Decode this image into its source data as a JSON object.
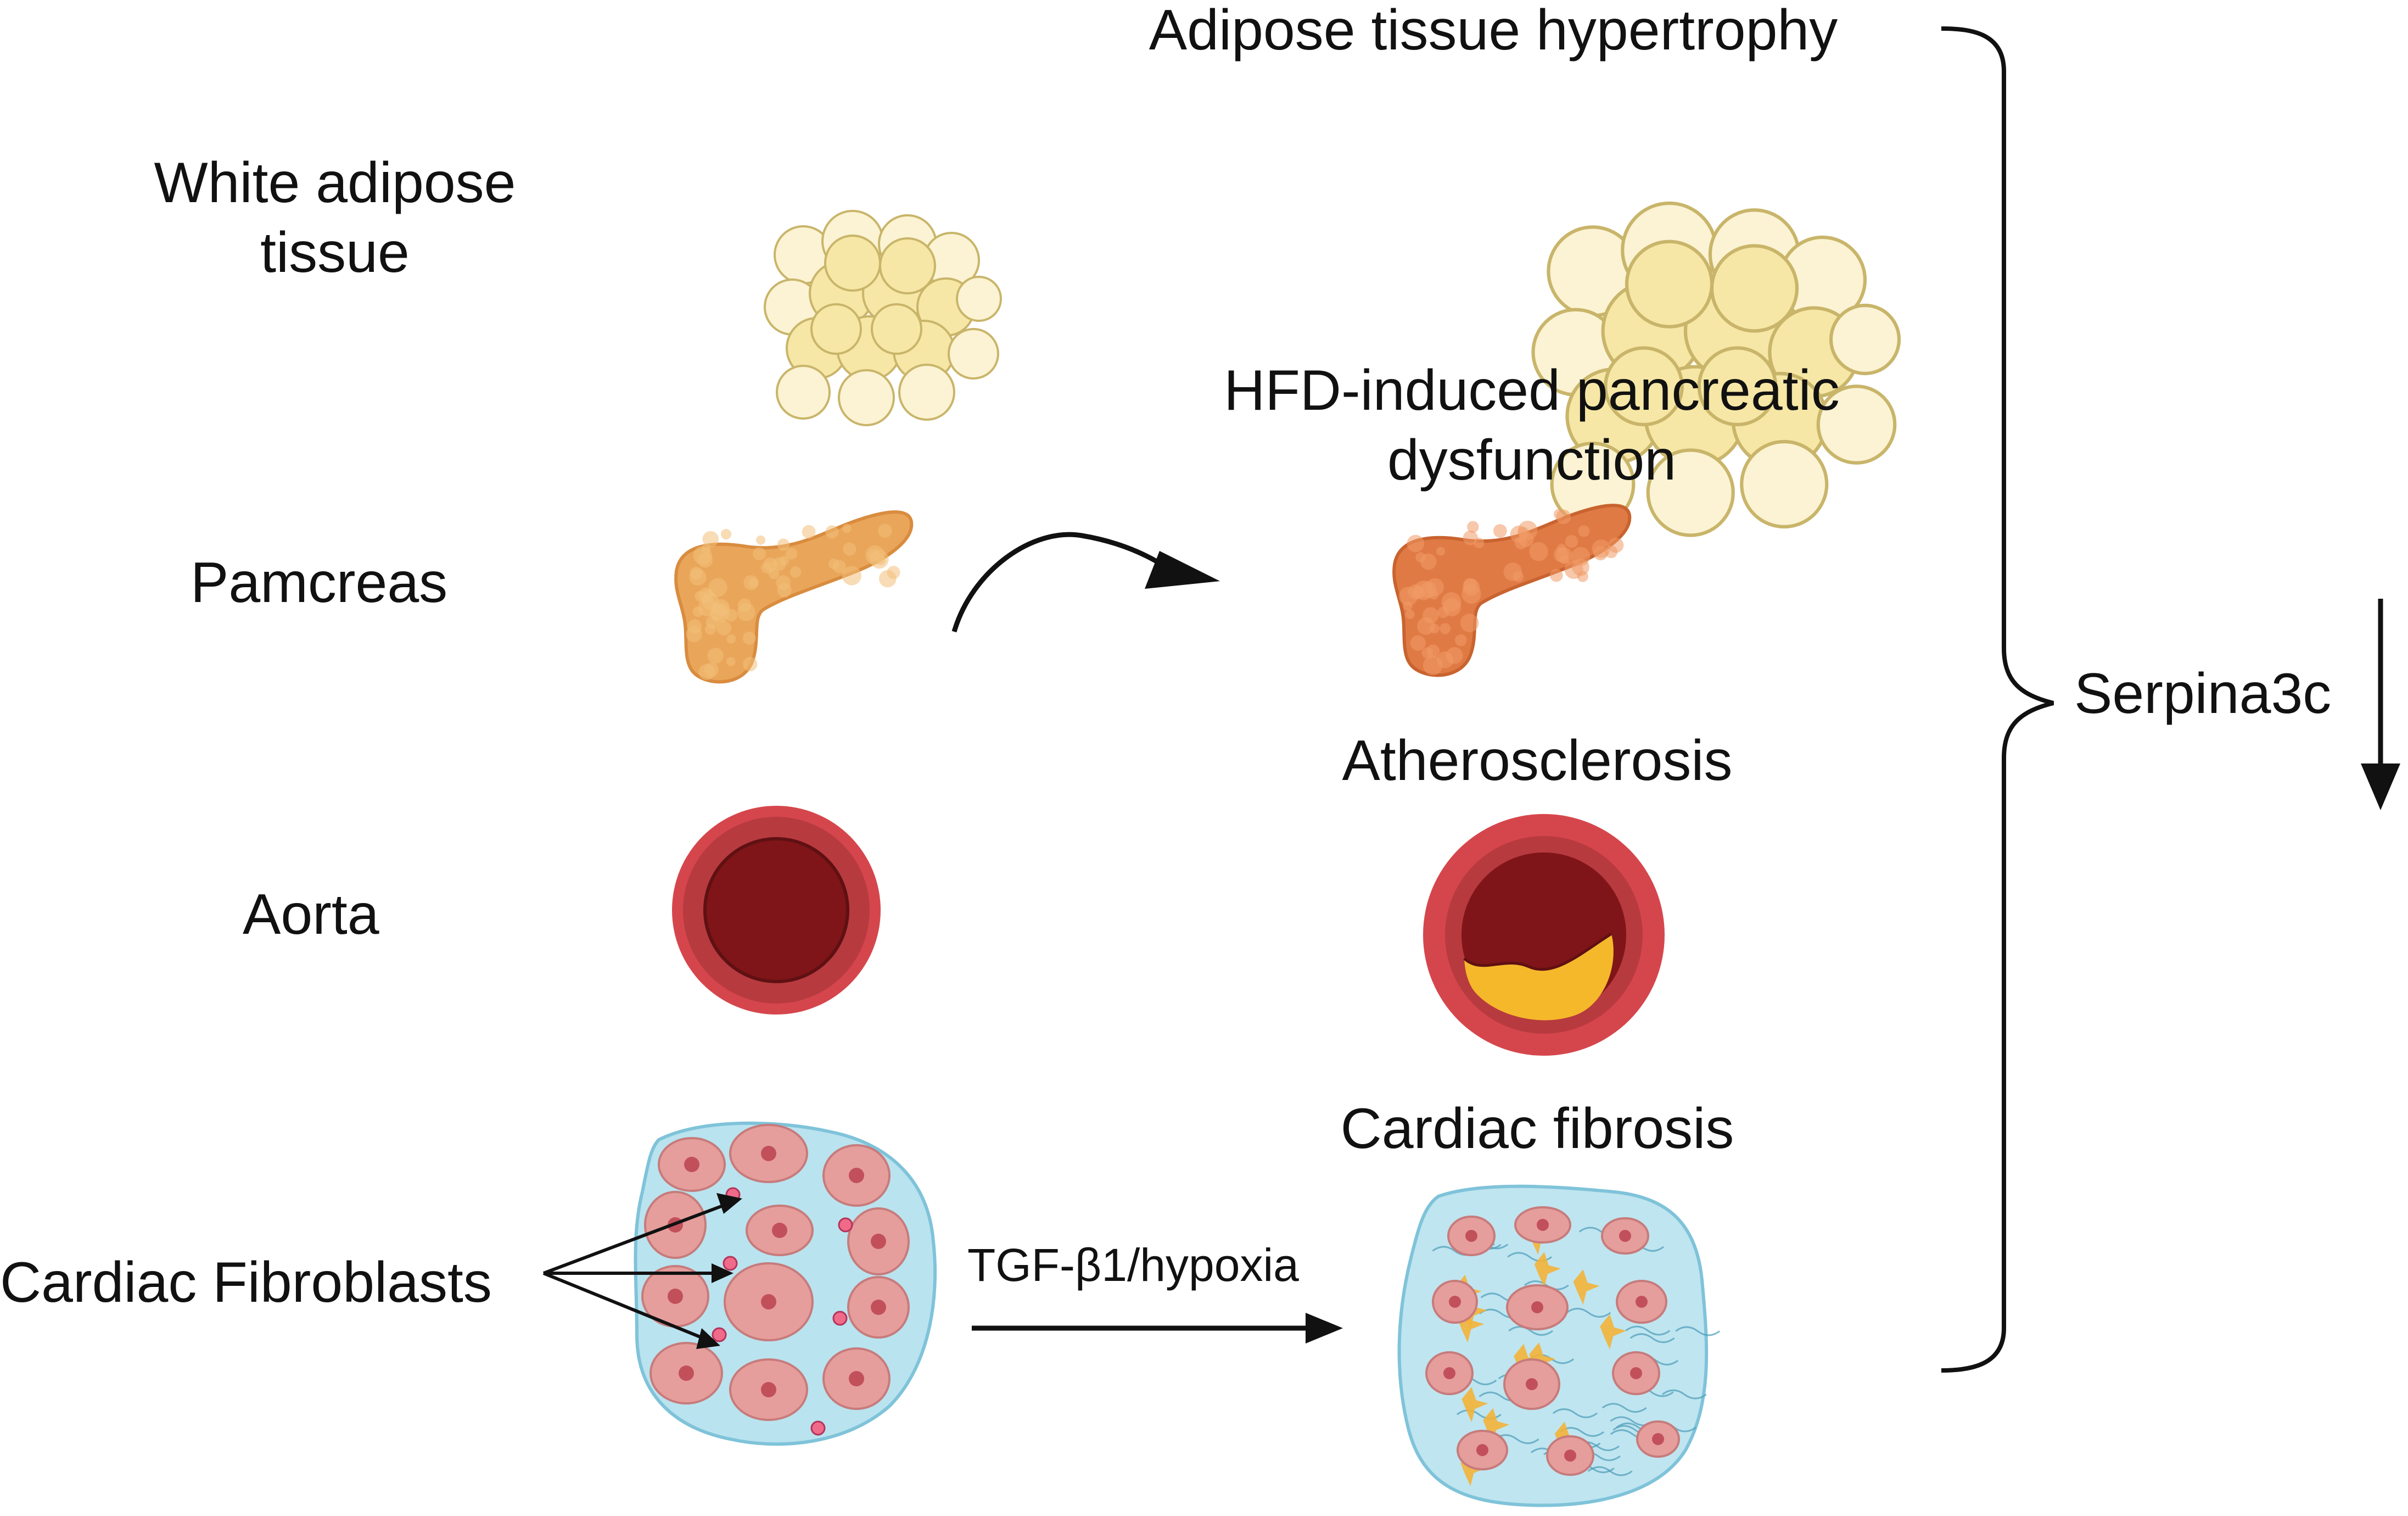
{
  "left_labels": {
    "white_adipose": [
      "White adipose",
      "tissue"
    ],
    "pancreas": "Pamcreas",
    "aorta": "Aorta",
    "cardiac_fibroblasts": "Cardiac Fibroblasts"
  },
  "right_labels": {
    "adipose_hypertrophy": "Adipose tissue hypertrophy",
    "pancreatic_dysfunction": [
      "HFD-induced pancreatic",
      "dysfunction"
    ],
    "atherosclerosis": "Atherosclerosis",
    "cardiac_fibrosis": "Cardiac fibrosis"
  },
  "arrow_label": "TGF-β1/hypoxia",
  "serpina_label": "Serpina3c",
  "colors": {
    "fat_fill": "#f6e7a6",
    "fat_pale": "#fbf3d3",
    "fat_stroke": "#c9b56a",
    "pancreas_normal": "#e9a65a",
    "pancreas_diseased": "#e07a45",
    "aorta_outer": "#d5464c",
    "aorta_lumen": "#7f1518",
    "plaque": "#f5b82a",
    "cell_fill": "#e59e9c",
    "nucleus": "#c2505a",
    "matrix": "#b9e3ef",
    "fibril": "#f3b238",
    "arrow": "#111111"
  }
}
